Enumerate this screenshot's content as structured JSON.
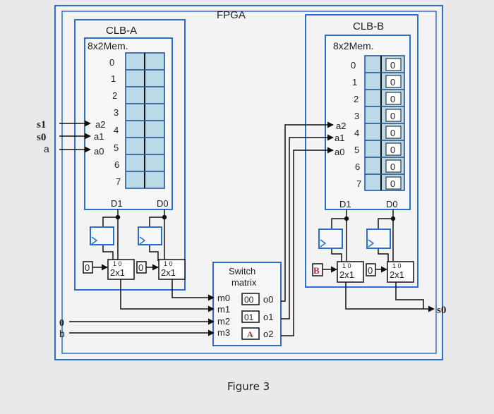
{
  "fpga": {
    "title": "FPGA",
    "caption": "Figure 3"
  },
  "clb_a": {
    "title": "CLB-A",
    "mem_title": "8x2Mem.",
    "rows": [
      "0",
      "1",
      "2",
      "3",
      "4",
      "5",
      "6",
      "7"
    ],
    "addr_labels": [
      "a2",
      "a1",
      "a0"
    ],
    "data_labels": [
      "D1",
      "D0"
    ],
    "mux_const": [
      "0",
      "0"
    ],
    "mux_label": "2x1",
    "mux_sel": "1 0",
    "cells_d0": [
      "",
      "",
      "",
      "",
      "",
      "",
      "",
      ""
    ]
  },
  "clb_b": {
    "title": "CLB-B",
    "mem_title": "8x2Mem.",
    "rows": [
      "0",
      "1",
      "2",
      "3",
      "4",
      "5",
      "6",
      "7"
    ],
    "addr_labels": [
      "a2",
      "a1",
      "a0"
    ],
    "data_labels": [
      "D1",
      "D0"
    ],
    "mux_const": [
      "B",
      "0"
    ],
    "mux_label": "2x1",
    "mux_sel": "1 0",
    "cells_d0": [
      "0",
      "0",
      "0",
      "0",
      "0",
      "0",
      "0",
      "0"
    ]
  },
  "inputs": {
    "s1": "s1",
    "s0": "s0",
    "a": "a",
    "zero": "0",
    "b": "b"
  },
  "output": {
    "s0": "s0"
  },
  "switch": {
    "title_line1": "Switch",
    "title_line2": "matrix",
    "inputs": [
      "m0",
      "m1",
      "m2",
      "m3"
    ],
    "configs": [
      "00",
      "01",
      "A"
    ],
    "outputs": [
      "o0",
      "o1",
      "o2"
    ]
  },
  "colors": {
    "frame": "#2a6fcf",
    "wire": "#111111",
    "cells": "#bcd9e8",
    "accent_red": "#d11a2a"
  }
}
